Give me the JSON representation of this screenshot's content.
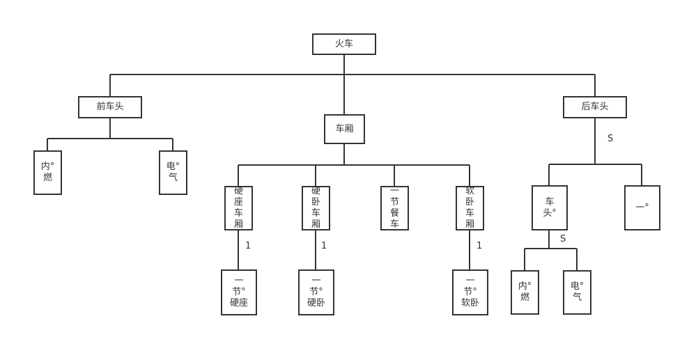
{
  "nodes": {
    "root": [
      "火车"
    ],
    "front_head": [
      "前车头"
    ],
    "carriage": [
      "车厢"
    ],
    "rear_head": [
      "后车头"
    ],
    "front_diesel": [
      "内°",
      "燃"
    ],
    "front_electric": [
      "电°",
      "气"
    ],
    "hard_seat": [
      "硬",
      "座",
      "车",
      "厢"
    ],
    "hard_sleeper": [
      "硬",
      "卧",
      "车",
      "厢"
    ],
    "dining": [
      "一",
      "节",
      "餐",
      "车"
    ],
    "soft_sleeper": [
      "软",
      "卧",
      "车",
      "厢"
    ],
    "rear_loco": [
      "车",
      "头°"
    ],
    "rear_one": [
      "一°"
    ],
    "one_hard_seat": [
      "一",
      "节°",
      "硬座"
    ],
    "one_hard_sleeper": [
      "一",
      "节°",
      "硬卧"
    ],
    "one_soft_sleeper": [
      "一",
      "节°",
      "软卧"
    ],
    "rear_diesel": [
      "内°",
      "燃"
    ],
    "rear_electric": [
      "电°",
      "气"
    ]
  },
  "edge_labels": {
    "rear_s": "S",
    "loco_s": "S",
    "hard_seat_1": "1",
    "hard_sleeper_1": "1",
    "soft_sleeper_1": "1"
  }
}
